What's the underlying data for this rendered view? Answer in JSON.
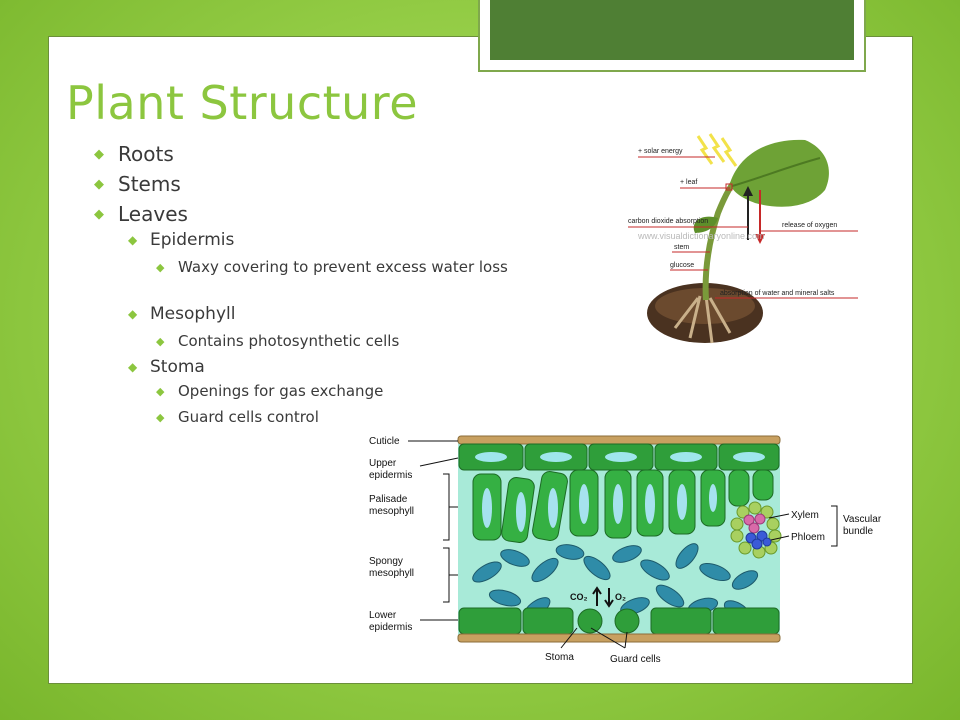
{
  "slide": {
    "title": "Plant Structure",
    "bullets": {
      "roots": "Roots",
      "stems": "Stems",
      "leaves": "Leaves",
      "epidermis": "Epidermis",
      "epidermis_detail": "Waxy covering to prevent excess water loss",
      "mesophyll": "Mesophyll",
      "mesophyll_detail": "Contains photosynthetic cells",
      "stoma": "Stoma",
      "stoma_detail_1": "Openings for gas exchange",
      "stoma_detail_2": "Guard cells control"
    }
  },
  "plant_diagram": {
    "labels": {
      "solar_energy": "+ solar energy",
      "leaf": "+ leaf",
      "co2_absorption": "carbon dioxide absorption",
      "oxygen_release": "release of oxygen",
      "stem": "stem",
      "glucose": "glucose",
      "water_absorption": "absorption of water and mineral salts"
    },
    "watermark": "www.visualdictionaryonline.com"
  },
  "leaf_diagram": {
    "labels": {
      "cuticle": "Cuticle",
      "upper": "Upper",
      "epidermis": "epidermis",
      "palisade": "Palisade",
      "spongy": "Spongy",
      "mesophyll": "mesophyll",
      "lower": "Lower",
      "xylem": "Xylem",
      "phloem": "Phloem",
      "vascular": "Vascular",
      "bundle": "bundle",
      "co2": "CO₂",
      "o2": "O₂",
      "stoma": "Stoma",
      "guard_cells": "Guard cells"
    }
  },
  "colors": {
    "accent": "#8cc63f",
    "background": "#93cc45",
    "text": "#3a3a3a"
  }
}
